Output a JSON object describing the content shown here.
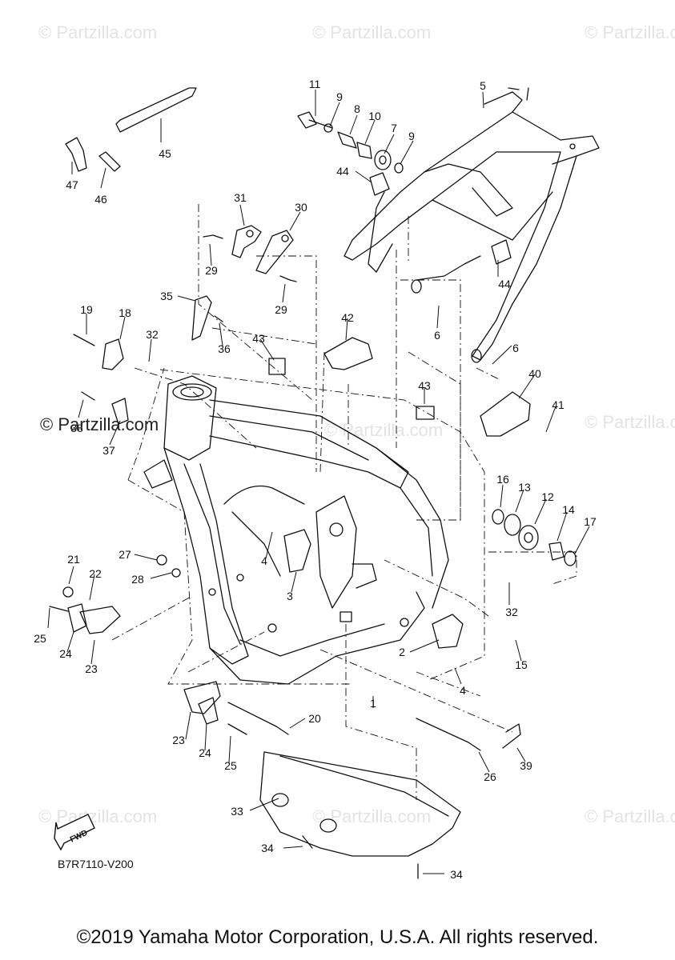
{
  "watermark": "© Partzilla.com",
  "diagram_code": "B7R7110-V200",
  "fwd_label": "FWD",
  "copyright": "©2019 Yamaha Motor Corporation, U.S.A. All rights reserved.",
  "callouts": {
    "c1": "1",
    "c2": "2",
    "c3": "3",
    "c4a": "4",
    "c4b": "4",
    "c5": "5",
    "c6a": "6",
    "c6b": "6",
    "c7": "7",
    "c8": "8",
    "c9a": "9",
    "c9b": "9",
    "c10": "10",
    "c11": "11",
    "c12": "12",
    "c13": "13",
    "c14": "14",
    "c15": "15",
    "c16": "16",
    "c17": "17",
    "c18": "18",
    "c19": "19",
    "c20": "20",
    "c21": "21",
    "c22": "22",
    "c23a": "23",
    "c23b": "23",
    "c24a": "24",
    "c24b": "24",
    "c25a": "25",
    "c25b": "25",
    "c26": "26",
    "c27": "27",
    "c28": "28",
    "c29a": "29",
    "c29b": "29",
    "c30": "30",
    "c31": "31",
    "c32a": "32",
    "c32b": "32",
    "c33": "33",
    "c34a": "34",
    "c34b": "34",
    "c35": "35",
    "c36": "36",
    "c37": "37",
    "c38": "38",
    "c39": "39",
    "c40": "40",
    "c41": "41",
    "c42": "42",
    "c43a": "43",
    "c43b": "43",
    "c44a": "44",
    "c44b": "44",
    "c45": "45",
    "c46": "46",
    "c47": "47"
  }
}
